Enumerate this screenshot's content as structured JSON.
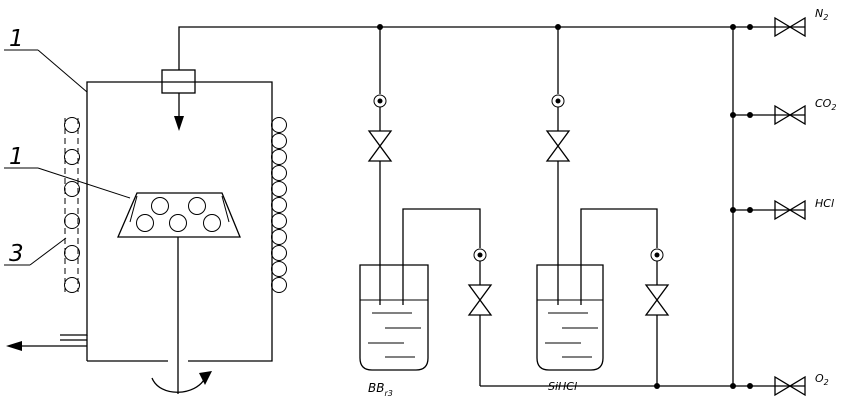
{
  "callouts": {
    "top": "1",
    "middle": "1",
    "bottom": "3"
  },
  "vessels": {
    "left": {
      "label": "BB",
      "subscript": "r3"
    },
    "right": {
      "label": "SiHCl",
      "subscript": ""
    }
  },
  "gas_lines": [
    {
      "label": "N",
      "subscript": "2"
    },
    {
      "label": "CO",
      "subscript": "2"
    },
    {
      "label": "HCl",
      "subscript": ""
    },
    {
      "label": "O",
      "subscript": "2"
    }
  ],
  "colors": {
    "ink": "#000000",
    "background": "#ffffff"
  }
}
